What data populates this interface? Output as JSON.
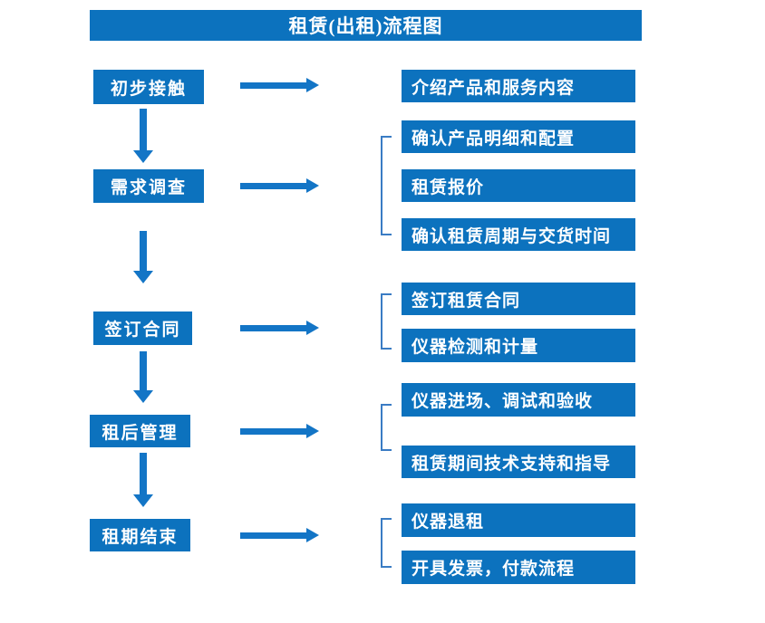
{
  "title": "租赁(出租)流程图",
  "colors": {
    "box_blue": "#0C72BE",
    "arrow_blue": "#1375C6",
    "bracket_blue": "#3A7CC4",
    "text_white": "#FFFFFF"
  },
  "left_steps": [
    {
      "label": "初步接触"
    },
    {
      "label": "需求调查"
    },
    {
      "label": "签订合同"
    },
    {
      "label": "租后管理"
    },
    {
      "label": "租期结束"
    }
  ],
  "right_groups": [
    {
      "items": [
        "介绍产品和服务内容"
      ]
    },
    {
      "items": [
        "确认产品明细和配置",
        "租赁报价",
        "确认租赁周期与交货时间"
      ]
    },
    {
      "items": [
        "签订租赁合同",
        "仪器检测和计量"
      ]
    },
    {
      "items": [
        "仪器进场、调试和验收",
        "租赁期间技术支持和指导"
      ]
    },
    {
      "items": [
        "仪器退租",
        "开具发票，付款流程"
      ]
    }
  ]
}
